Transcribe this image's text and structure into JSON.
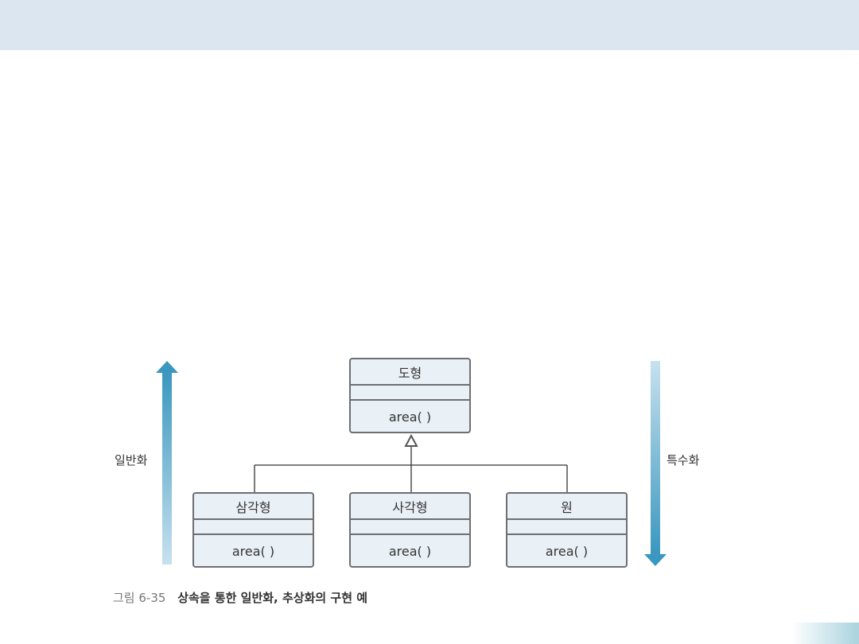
{
  "classes": {
    "parent": {
      "name": "도형",
      "method": "area( )"
    },
    "child1": {
      "name": "삼각형",
      "method": "area( )"
    },
    "child2": {
      "name": "사각형",
      "method": "area( )"
    },
    "child3": {
      "name": "원",
      "method": "area( )"
    }
  },
  "labels": {
    "up": "일반화",
    "down": "특수화"
  },
  "caption": {
    "number": "그림 6-35",
    "text": "상속을 통한 일반화, 추상화의 구현 예"
  },
  "colors": {
    "banner": "#dce6f0",
    "arrow": "#3d9bc1",
    "box_fill": "#e9f0f6"
  }
}
